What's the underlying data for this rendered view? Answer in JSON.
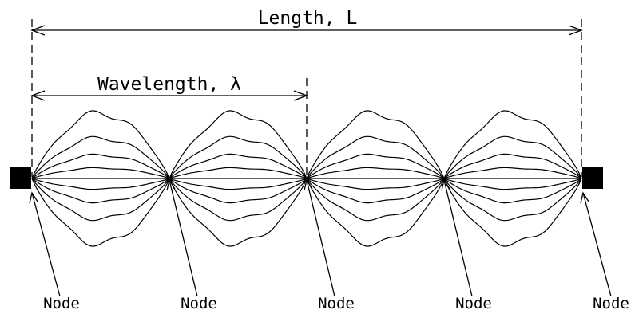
{
  "diagram": {
    "length_label": "Length, L",
    "wavelength_label": "Wavelength, λ",
    "node_label": "Node",
    "node_count": 5,
    "loop_count": 4,
    "amplitude_levels": [
      1.0,
      0.62,
      0.36,
      0.16,
      -0.16,
      -0.36,
      -0.62,
      -1.0
    ],
    "end_supports": [
      "left-fixed-end",
      "right-fixed-end"
    ]
  }
}
